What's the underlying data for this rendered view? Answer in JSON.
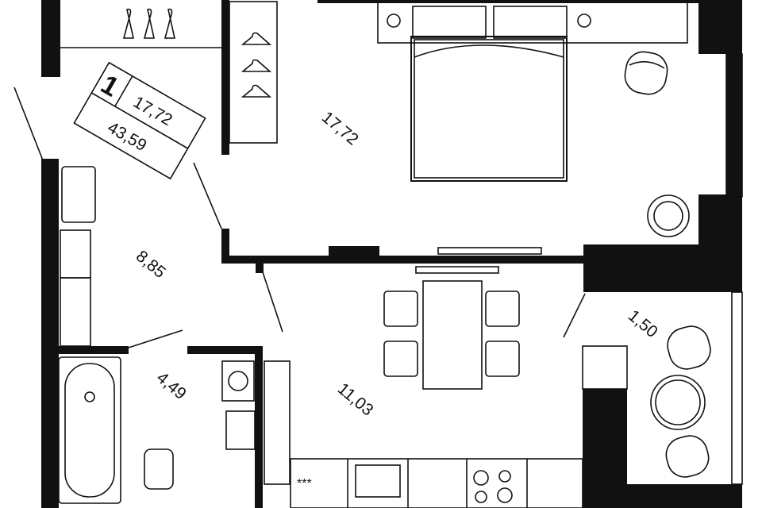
{
  "badge": {
    "number": "1",
    "living_area": "17,72",
    "total_area": "43,59"
  },
  "rooms": {
    "bedroom": "17,72",
    "hall": "8,85",
    "bathroom": "4,49",
    "kitchen": "11,03",
    "balcony": "1,50"
  },
  "colors": {
    "wall": "#111111",
    "background": "#ffffff"
  },
  "icons": [
    "hanger-icon",
    "bed-icon",
    "armchair-icon",
    "plant-icon",
    "tv-icon",
    "chair-icon",
    "table-icon",
    "bathtub-icon",
    "toilet-icon",
    "washer-icon",
    "sink-icon",
    "stove-icon",
    "round-table-icon"
  ]
}
